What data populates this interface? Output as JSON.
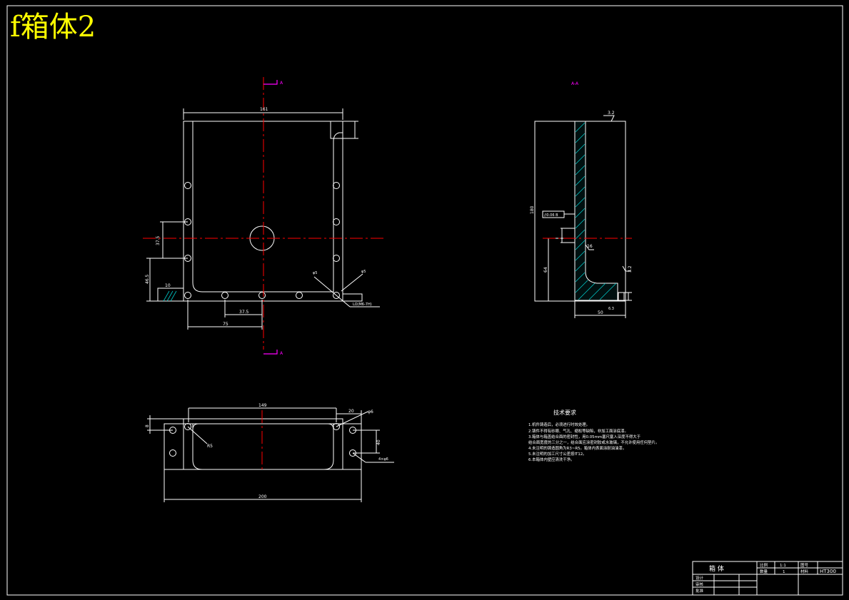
{
  "overlay_title": "f箱体2",
  "colors": {
    "background": "#000000",
    "line": "#ffffff",
    "centerline": "#ff0000",
    "section_marker": "#ff00ff",
    "dimension": "#ffffff",
    "hatch": "#00c8c8",
    "overlay_title": "#ffff00"
  },
  "front_view": {
    "section_marker_top": "A",
    "section_marker_bottom": "A",
    "dim_top_width": "161",
    "dim_hole_spacing_v": "37.5",
    "dim_left_height": "46.5",
    "dim_small_tab": "10",
    "dim_hole_spacing_h": "37.5",
    "dim_bottom_width": "75",
    "note_thread": "LO(M6-7H)",
    "dim_hole_a": "φ5",
    "dim_hole_b": "φ5"
  },
  "section_view": {
    "label": "A-A",
    "roughness_top": "3.2",
    "dim_height": "180",
    "tolerance_box": "//0.06 B",
    "dim_inner": "64",
    "dim_step": "16",
    "roughness_side": "3.2",
    "dim_base_width": "50",
    "dim_base_thick": "6.3"
  },
  "bottom_view": {
    "dim_inner_width": "149",
    "dim_right": "20",
    "dim_hole": "φ6",
    "dim_right_height": "40",
    "dim_left": "8",
    "note_hole": "4×φ6",
    "dim_total_width": "200",
    "dim_corner_radius": "R5"
  },
  "technical_requirements": {
    "heading": "技术要求",
    "items": [
      "1.机件铸造后，必须进行时效处理。",
      "2.铸件不得有砂眼、气孔、缩松等缺陷，非加工面涂底漆。",
      "3.箱体与箱盖结合面的密封性，用0.05mm塞尺塞入深度不得大于",
      "  结合面宽度的三分之一，结合面应涂密封胶或水玻璃，不允许使用任何垫片。",
      "4.未注明的铸造圆角为R3~R5。箱体内表面涂耐油油漆。",
      "5.未注明的加工尺寸公差按IT12。",
      "6.本箱体内壁应清洗干净。"
    ]
  },
  "title_block": {
    "part_name": "箱 体",
    "row_labels": [
      "设计",
      "审核",
      "批准"
    ],
    "row_values": [
      "",
      "",
      ""
    ],
    "scale_label": "比例",
    "scale_value": "1:1",
    "qty_label": "数量",
    "qty_value": "1",
    "sheet_label": "图号",
    "sheet_value": "",
    "material_label": "材料",
    "material_value": "HT300"
  }
}
